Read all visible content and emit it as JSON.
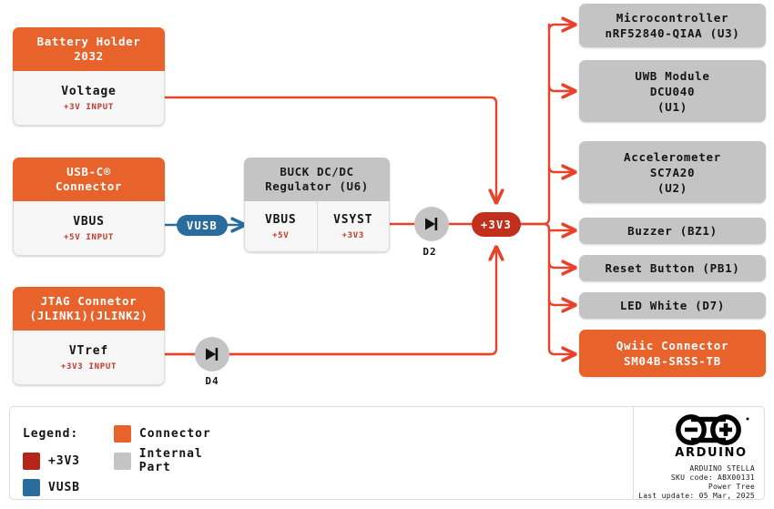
{
  "diagram": {
    "title": "Arduino Stella Power Tree",
    "colors": {
      "connector": "#e8622b",
      "internal_part": "#c4c4c4",
      "rail_3v3": "#b5261a",
      "rail_vusb": "#2a6c9e",
      "wire": "#e8422a"
    }
  },
  "sources": {
    "battery": {
      "head": "Battery Holder\n2032",
      "head_line1": "Battery Holder",
      "head_line2": "2032",
      "body_title": "Voltage",
      "body_sub": "+3V INPUT"
    },
    "usbc": {
      "head_line1": "USB-C®",
      "head_line2": "Connector",
      "body_title": "VBUS",
      "body_sub": "+5V INPUT"
    },
    "jtag": {
      "head_line1": "JTAG Connetor",
      "head_line2": "(JLINK1)(JLINK2)",
      "body_title": "VTref",
      "body_sub": "+3V3 INPUT"
    }
  },
  "regulator": {
    "head_line1": "BUCK DC/DC",
    "head_line2": "Regulator (U6)",
    "input": {
      "title": "VBUS",
      "sub": "+5V"
    },
    "output": {
      "title": "VSYST",
      "sub": "+3V3"
    }
  },
  "nets": {
    "vusb_pill": "VUSB",
    "rail_pill": "+3V3"
  },
  "diodes": [
    {
      "label": "D2"
    },
    {
      "label": "D4"
    }
  ],
  "loads": [
    {
      "lines": [
        "Microcontroller",
        "nRF52840-QIAA (U3)"
      ],
      "kind": "internal"
    },
    {
      "lines": [
        "UWB Module",
        "DCU040",
        "(U1)"
      ],
      "kind": "internal"
    },
    {
      "lines": [
        "Accelerometer",
        "SC7A20",
        "(U2)"
      ],
      "kind": "internal"
    },
    {
      "lines": [
        "Buzzer (BZ1)"
      ],
      "kind": "internal"
    },
    {
      "lines": [
        "Reset Button (PB1)"
      ],
      "kind": "internal"
    },
    {
      "lines": [
        "LED White (D7)"
      ],
      "kind": "internal"
    },
    {
      "lines": [
        "Qwiic Connector",
        "SM04B-SRSS-TB"
      ],
      "kind": "connector"
    }
  ],
  "legend": {
    "title": "Legend:",
    "items": [
      {
        "label": "Connector",
        "color": "#e8622b"
      },
      {
        "label": "+3V3",
        "color": "#b5261a"
      },
      {
        "label": "Internal Part",
        "color": "#c4c4c4"
      },
      {
        "label": "VUSB",
        "color": "#2a6c9e"
      }
    ]
  },
  "brand": {
    "wordmark": "ARDUINO",
    "meta_lines": [
      "ARDUINO STELLA",
      "SKU code: ABX00131",
      "Power Tree",
      "Last update: 05 Mar, 2025"
    ]
  }
}
